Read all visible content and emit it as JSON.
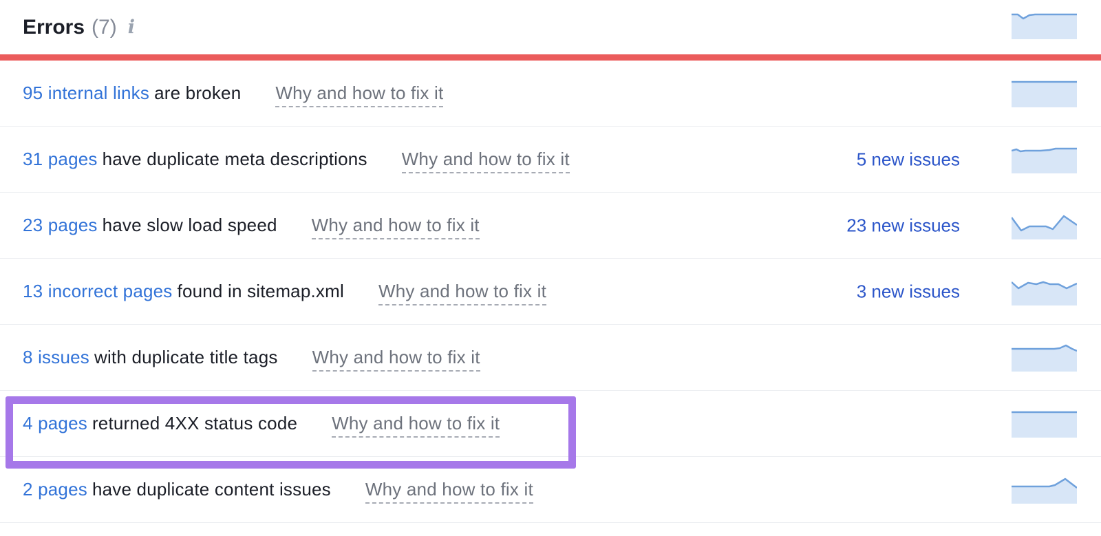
{
  "header": {
    "title": "Errors",
    "count": "(7)",
    "info_glyph": "i",
    "info_icon": "info-icon",
    "sparkline": [
      [
        0,
        4
      ],
      [
        9,
        4
      ],
      [
        17,
        10
      ],
      [
        26,
        5
      ],
      [
        34,
        4
      ],
      [
        95,
        4
      ]
    ]
  },
  "colors": {
    "accent_red": "#eb5c5c",
    "link_blue": "#3273d8",
    "new_issues_blue": "#2b55c9",
    "text_dark": "#1b1e27",
    "muted_gray": "#858b98",
    "why_gray": "#6d727c",
    "why_underline": "#a7abb4",
    "divider": "#eceef1",
    "sparkline_line": "#6fa1dc",
    "sparkline_fill": "#d8e6f7",
    "highlight_purple": "#a678e9",
    "icon_gray": "#9aa3b0"
  },
  "rows": [
    {
      "link_text": "95 internal links",
      "description": "are broken",
      "why_label": "Why and how to fix it",
      "new_issues": "",
      "highlighted": false,
      "sparkline": [
        [
          0,
          3
        ],
        [
          95,
          3
        ]
      ]
    },
    {
      "link_text": "31 pages",
      "description": "have duplicate meta descriptions",
      "why_label": "Why and how to fix it",
      "new_issues": "5 new issues",
      "highlighted": false,
      "sparkline": [
        [
          0,
          7
        ],
        [
          7,
          5
        ],
        [
          13,
          8
        ],
        [
          20,
          7
        ],
        [
          42,
          7
        ],
        [
          55,
          6
        ],
        [
          64,
          4
        ],
        [
          95,
          4
        ]
      ]
    },
    {
      "link_text": "23 pages",
      "description": "have slow load speed",
      "why_label": "Why and how to fix it",
      "new_issues": "23 new issues",
      "highlighted": false,
      "sparkline": [
        [
          0,
          8
        ],
        [
          14,
          27
        ],
        [
          26,
          21
        ],
        [
          50,
          21
        ],
        [
          60,
          25
        ],
        [
          76,
          6
        ],
        [
          95,
          19
        ]
      ]
    },
    {
      "link_text": "13 incorrect pages",
      "description": "found in sitemap.xml",
      "why_label": "Why and how to fix it",
      "new_issues": "3 new issues",
      "highlighted": false,
      "sparkline": [
        [
          0,
          6
        ],
        [
          10,
          15
        ],
        [
          24,
          7
        ],
        [
          36,
          9
        ],
        [
          46,
          6
        ],
        [
          56,
          9
        ],
        [
          68,
          9
        ],
        [
          80,
          15
        ],
        [
          95,
          8
        ]
      ]
    },
    {
      "link_text": "8 issues",
      "description": "with duplicate title tags",
      "why_label": "Why and how to fix it",
      "new_issues": "",
      "highlighted": false,
      "sparkline": [
        [
          0,
          7
        ],
        [
          62,
          7
        ],
        [
          70,
          6
        ],
        [
          79,
          2
        ],
        [
          88,
          7
        ],
        [
          95,
          10
        ]
      ]
    },
    {
      "link_text": "4 pages",
      "description": "returned 4XX status code",
      "why_label": "Why and how to fix it",
      "new_issues": "",
      "highlighted": true,
      "sparkline": [
        [
          0,
          3
        ],
        [
          95,
          3
        ]
      ]
    },
    {
      "link_text": "2 pages",
      "description": "have duplicate content issues",
      "why_label": "Why and how to fix it",
      "new_issues": "",
      "highlighted": false,
      "sparkline": [
        [
          0,
          15
        ],
        [
          55,
          15
        ],
        [
          63,
          13
        ],
        [
          78,
          4
        ],
        [
          95,
          17
        ]
      ]
    }
  ]
}
